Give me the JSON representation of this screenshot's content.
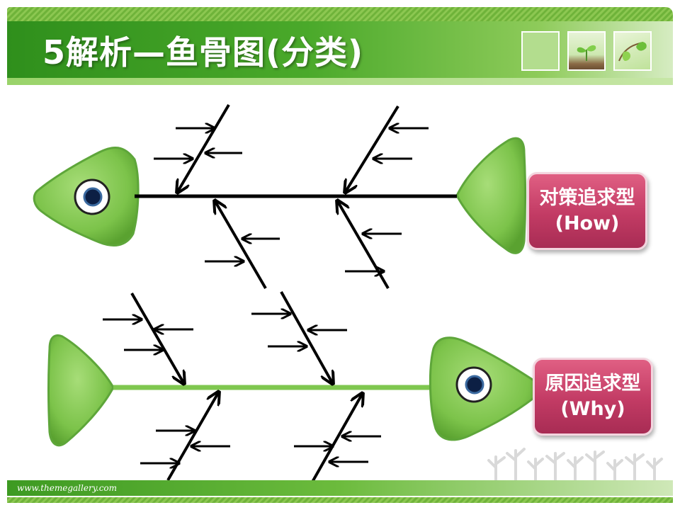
{
  "header": {
    "title": "5解析—鱼骨图(分类)"
  },
  "labels": {
    "how_line1": "对策追求型",
    "how_line2": "(How)",
    "why_line1": "原因追求型",
    "why_line2": "(Why)"
  },
  "footer": {
    "url": "www.themegallery.com"
  },
  "colors": {
    "fish_green": "#7fc74f",
    "label_pink": "#c23b64",
    "spine_black": "#000000",
    "spine_green": "#7fc74f"
  }
}
